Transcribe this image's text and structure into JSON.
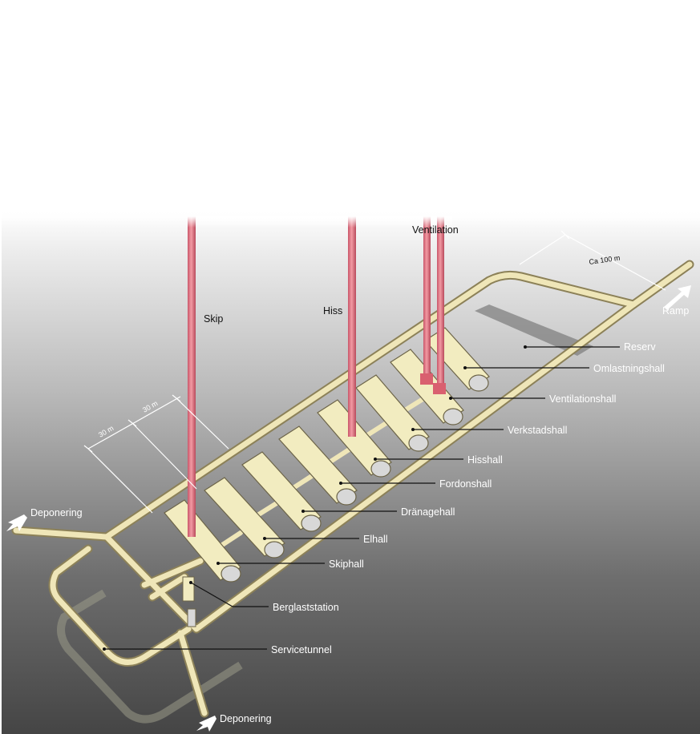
{
  "labels": {
    "skip": "Skip",
    "hiss": "Hiss",
    "ventilation": "Ventilation",
    "ca100": "Ca 100 m",
    "ramp": "Ramp",
    "reserv": "Reserv",
    "omlastningshall": "Omlastningshall",
    "ventilationshall": "Ventilationshall",
    "verkstadshall": "Verkstadshall",
    "hisshall": "Hisshall",
    "fordonshall": "Fordonshall",
    "dranagehall": "Dränagehall",
    "elhall": "Elhall",
    "skiphall": "Skiphall",
    "berglaststation": "Berglaststation",
    "servicetunnel": "Servicetunnel",
    "deponering_left": "Deponering",
    "deponering_bottom": "Deponering",
    "dim_30a": "30 m",
    "dim_30b": "30 m"
  },
  "colors": {
    "tunnel": "#efe6b8",
    "tunnel_edge": "#8c8158",
    "hall": "#f2ecc0",
    "hall_end": "#d8d8d8",
    "shaft": "#e07a86",
    "bg_dark": "#4a4a4a",
    "bg_light": "#f4f4f4"
  }
}
